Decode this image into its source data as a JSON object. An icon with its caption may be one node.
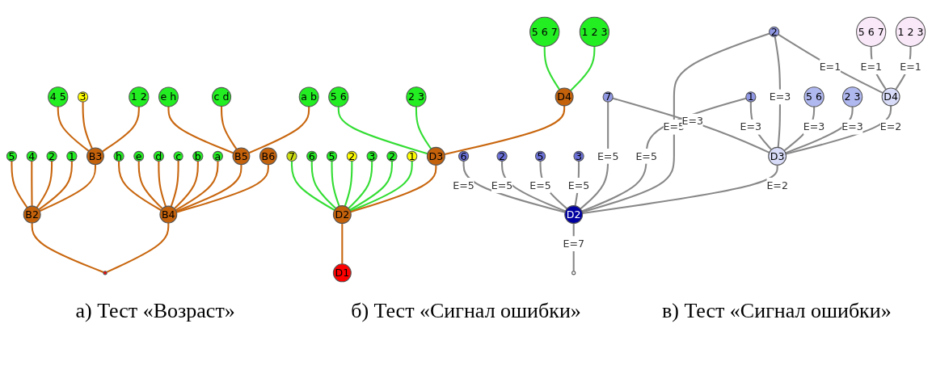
{
  "diagram": {
    "nodes": [
      {
        "text": [],
        "shape": "circle"
      },
      {
        "text": [
          "B2"
        ]
      },
      {
        "text": [
          "B4"
        ]
      },
      {
        "text": [
          "5"
        ]
      },
      {
        "text": [
          "4"
        ]
      },
      {
        "text": [
          "2"
        ]
      },
      {
        "text": [
          "1"
        ]
      },
      {
        "text": [
          "B3"
        ]
      },
      {
        "text": [
          "4 5"
        ]
      },
      {
        "text": [
          "3"
        ]
      },
      {
        "text": [
          "1 2"
        ]
      },
      {
        "text": [
          "h"
        ]
      },
      {
        "text": [
          "e"
        ]
      },
      {
        "text": [
          "d"
        ]
      },
      {
        "text": [
          "c"
        ]
      },
      {
        "text": [
          "b"
        ]
      },
      {
        "text": [
          "a"
        ]
      },
      {
        "text": [
          "B5"
        ]
      },
      {
        "text": [
          "B6"
        ]
      },
      {
        "text": [
          "e h"
        ]
      },
      {
        "text": [
          "c d"
        ]
      },
      {
        "text": [
          "a b"
        ]
      },
      {
        "text": [
          "D1"
        ]
      },
      {
        "text": [
          "D2"
        ]
      },
      {
        "text": [
          "7"
        ]
      },
      {
        "text": [
          "6"
        ]
      },
      {
        "text": [
          "5"
        ]
      },
      {
        "text": [
          "2"
        ]
      },
      {
        "text": [
          "3"
        ]
      },
      {
        "text": [
          "2"
        ]
      },
      {
        "text": [
          "1"
        ]
      },
      {
        "text": [
          "D3"
        ]
      },
      {
        "text": [
          "5 6"
        ]
      },
      {
        "text": [
          "2 3"
        ]
      },
      {
        "text": [
          "D4"
        ]
      },
      {
        "text": [
          "5 6 7"
        ]
      },
      {
        "text": [
          "1 2 3"
        ]
      },
      {
        "text": [
          "5 6 7"
        ]
      },
      {
        "text": [
          "1 2 3"
        ]
      },
      {
        "text": [
          "D4"
        ]
      },
      {
        "text": [
          "2"
        ]
      },
      {
        "text": [
          "5 6"
        ]
      },
      {
        "text": [
          "2 3"
        ]
      },
      {
        "text": [
          "7"
        ]
      },
      {
        "text": [
          "D3"
        ]
      },
      {
        "text": [
          "1"
        ]
      },
      {
        "text": [
          "5"
        ]
      },
      {
        "text": [
          "3"
        ]
      },
      {
        "text": [
          "6"
        ]
      },
      {
        "text": [
          "D2"
        ]
      },
      {
        "text": [
          "2"
        ]
      },
      {
        "text": [],
        "shape": "circle"
      }
    ],
    "edges": [
      {
        "from": 0,
        "to": 1,
        "arrow": "none"
      },
      {
        "from": 0,
        "to": 2,
        "arrow": "none"
      },
      {
        "from": 1,
        "to": 3,
        "arrow": "none"
      },
      {
        "from": 1,
        "to": 4,
        "arrow": "none"
      },
      {
        "from": 1,
        "to": 5,
        "arrow": "none"
      },
      {
        "from": 1,
        "to": 6,
        "arrow": "none"
      },
      {
        "from": 1,
        "to": 7,
        "arrow": "none"
      },
      {
        "from": 7,
        "to": 8,
        "arrow": "none"
      },
      {
        "from": 7,
        "to": 9,
        "arrow": "none"
      },
      {
        "from": 7,
        "to": 10,
        "arrow": "none"
      },
      {
        "from": 2,
        "to": 11,
        "arrow": "none"
      },
      {
        "from": 2,
        "to": 12,
        "arrow": "none"
      },
      {
        "from": 2,
        "to": 13,
        "arrow": "none"
      },
      {
        "from": 2,
        "to": 14,
        "arrow": "none"
      },
      {
        "from": 2,
        "to": 15,
        "arrow": "none"
      },
      {
        "from": 2,
        "to": 16,
        "arrow": "none"
      },
      {
        "from": 2,
        "to": 17,
        "arrow": "none"
      },
      {
        "from": 2,
        "to": 18,
        "arrow": "none"
      },
      {
        "from": 17,
        "to": 19,
        "arrow": "none"
      },
      {
        "from": 17,
        "to": 20,
        "arrow": "none"
      },
      {
        "from": 17,
        "to": 21,
        "arrow": "none"
      },
      {
        "from": 22,
        "to": 23,
        "arrow": "none"
      },
      {
        "from": 23,
        "to": 24,
        "arrow": "none",
        "color": "#33dd33"
      },
      {
        "from": 23,
        "to": 25,
        "arrow": "none",
        "color": "#33dd33"
      },
      {
        "from": 23,
        "to": 26,
        "arrow": "none",
        "color": "#33dd33"
      },
      {
        "from": 23,
        "to": 27,
        "arrow": "none",
        "color": "#33dd33"
      },
      {
        "from": 23,
        "to": 28,
        "arrow": "none",
        "color": "#33dd33"
      },
      {
        "from": 23,
        "to": 29,
        "arrow": "none",
        "color": "#33dd33"
      },
      {
        "from": 23,
        "to": 30,
        "arrow": "none",
        "color": "#33dd33"
      },
      {
        "from": 23,
        "to": 31,
        "arrow": "none"
      },
      {
        "from": 31,
        "to": 32,
        "arrow": "none",
        "color": "#33dd33"
      },
      {
        "from": 31,
        "to": 33,
        "arrow": "none",
        "color": "#33dd33"
      },
      {
        "from": 31,
        "to": 34,
        "arrow": "none"
      },
      {
        "from": 34,
        "to": 35,
        "arrow": "none",
        "color": "#33dd33"
      },
      {
        "from": 34,
        "to": 36,
        "arrow": "none",
        "color": "#33dd33"
      },
      {
        "from": 51,
        "to": 49,
        "arrow": "none",
        "label": "E=7",
        "color": "#888888"
      },
      {
        "from": 49,
        "to": 48,
        "arrow": "none",
        "label": "E=5",
        "color": "#888888"
      },
      {
        "from": 49,
        "to": 50,
        "arrow": "none",
        "label": "E=5",
        "color": "#888888"
      },
      {
        "from": 49,
        "to": 46,
        "arrow": "none",
        "label": "E=5",
        "color": "#888888"
      },
      {
        "from": 49,
        "to": 47,
        "arrow": "none",
        "label": "E=5",
        "color": "#888888"
      },
      {
        "from": 49,
        "to": 43,
        "arrow": "none",
        "label": "E=5",
        "color": "#888888"
      },
      {
        "from": 49,
        "to": 45,
        "arrow": "none",
        "label": "E=5",
        "color": "#888888"
      },
      {
        "from": 49,
        "to": 40,
        "arrow": "none",
        "label": "E=5",
        "color": "#888888"
      },
      {
        "from": 49,
        "to": 44,
        "arrow": "none",
        "label": "E=2",
        "color": "#888888"
      },
      {
        "from": 44,
        "to": 43,
        "arrow": "none",
        "label": "E=3",
        "color": "#888888"
      },
      {
        "from": 44,
        "to": 45,
        "arrow": "none",
        "label": "E=3",
        "color": "#888888"
      },
      {
        "from": 44,
        "to": 40,
        "arrow": "none",
        "label": "E=3",
        "color": "#888888"
      },
      {
        "from": 44,
        "to": 41,
        "arrow": "none",
        "label": "E=3",
        "color": "#888888"
      },
      {
        "from": 44,
        "to": 42,
        "arrow": "none",
        "label": "E=3",
        "color": "#888888"
      },
      {
        "from": 44,
        "to": 39,
        "arrow": "none",
        "label": "E=2",
        "color": "#888888"
      },
      {
        "from": 39,
        "to": 40,
        "arrow": "none",
        "label": "E=1",
        "color": "#888888"
      },
      {
        "from": 39,
        "to": 37,
        "arrow": "none",
        "label": "E=1",
        "color": "#888888"
      },
      {
        "from": 39,
        "to": 38,
        "arrow": "none",
        "label": "E=1",
        "color": "#888888"
      }
    ],
    "labels": [
      "а) Тест «Возраст»",
      "б) Тест «Сигнал ошибки»",
      "в) Тест «Сигнал ошибки»"
    ]
  }
}
